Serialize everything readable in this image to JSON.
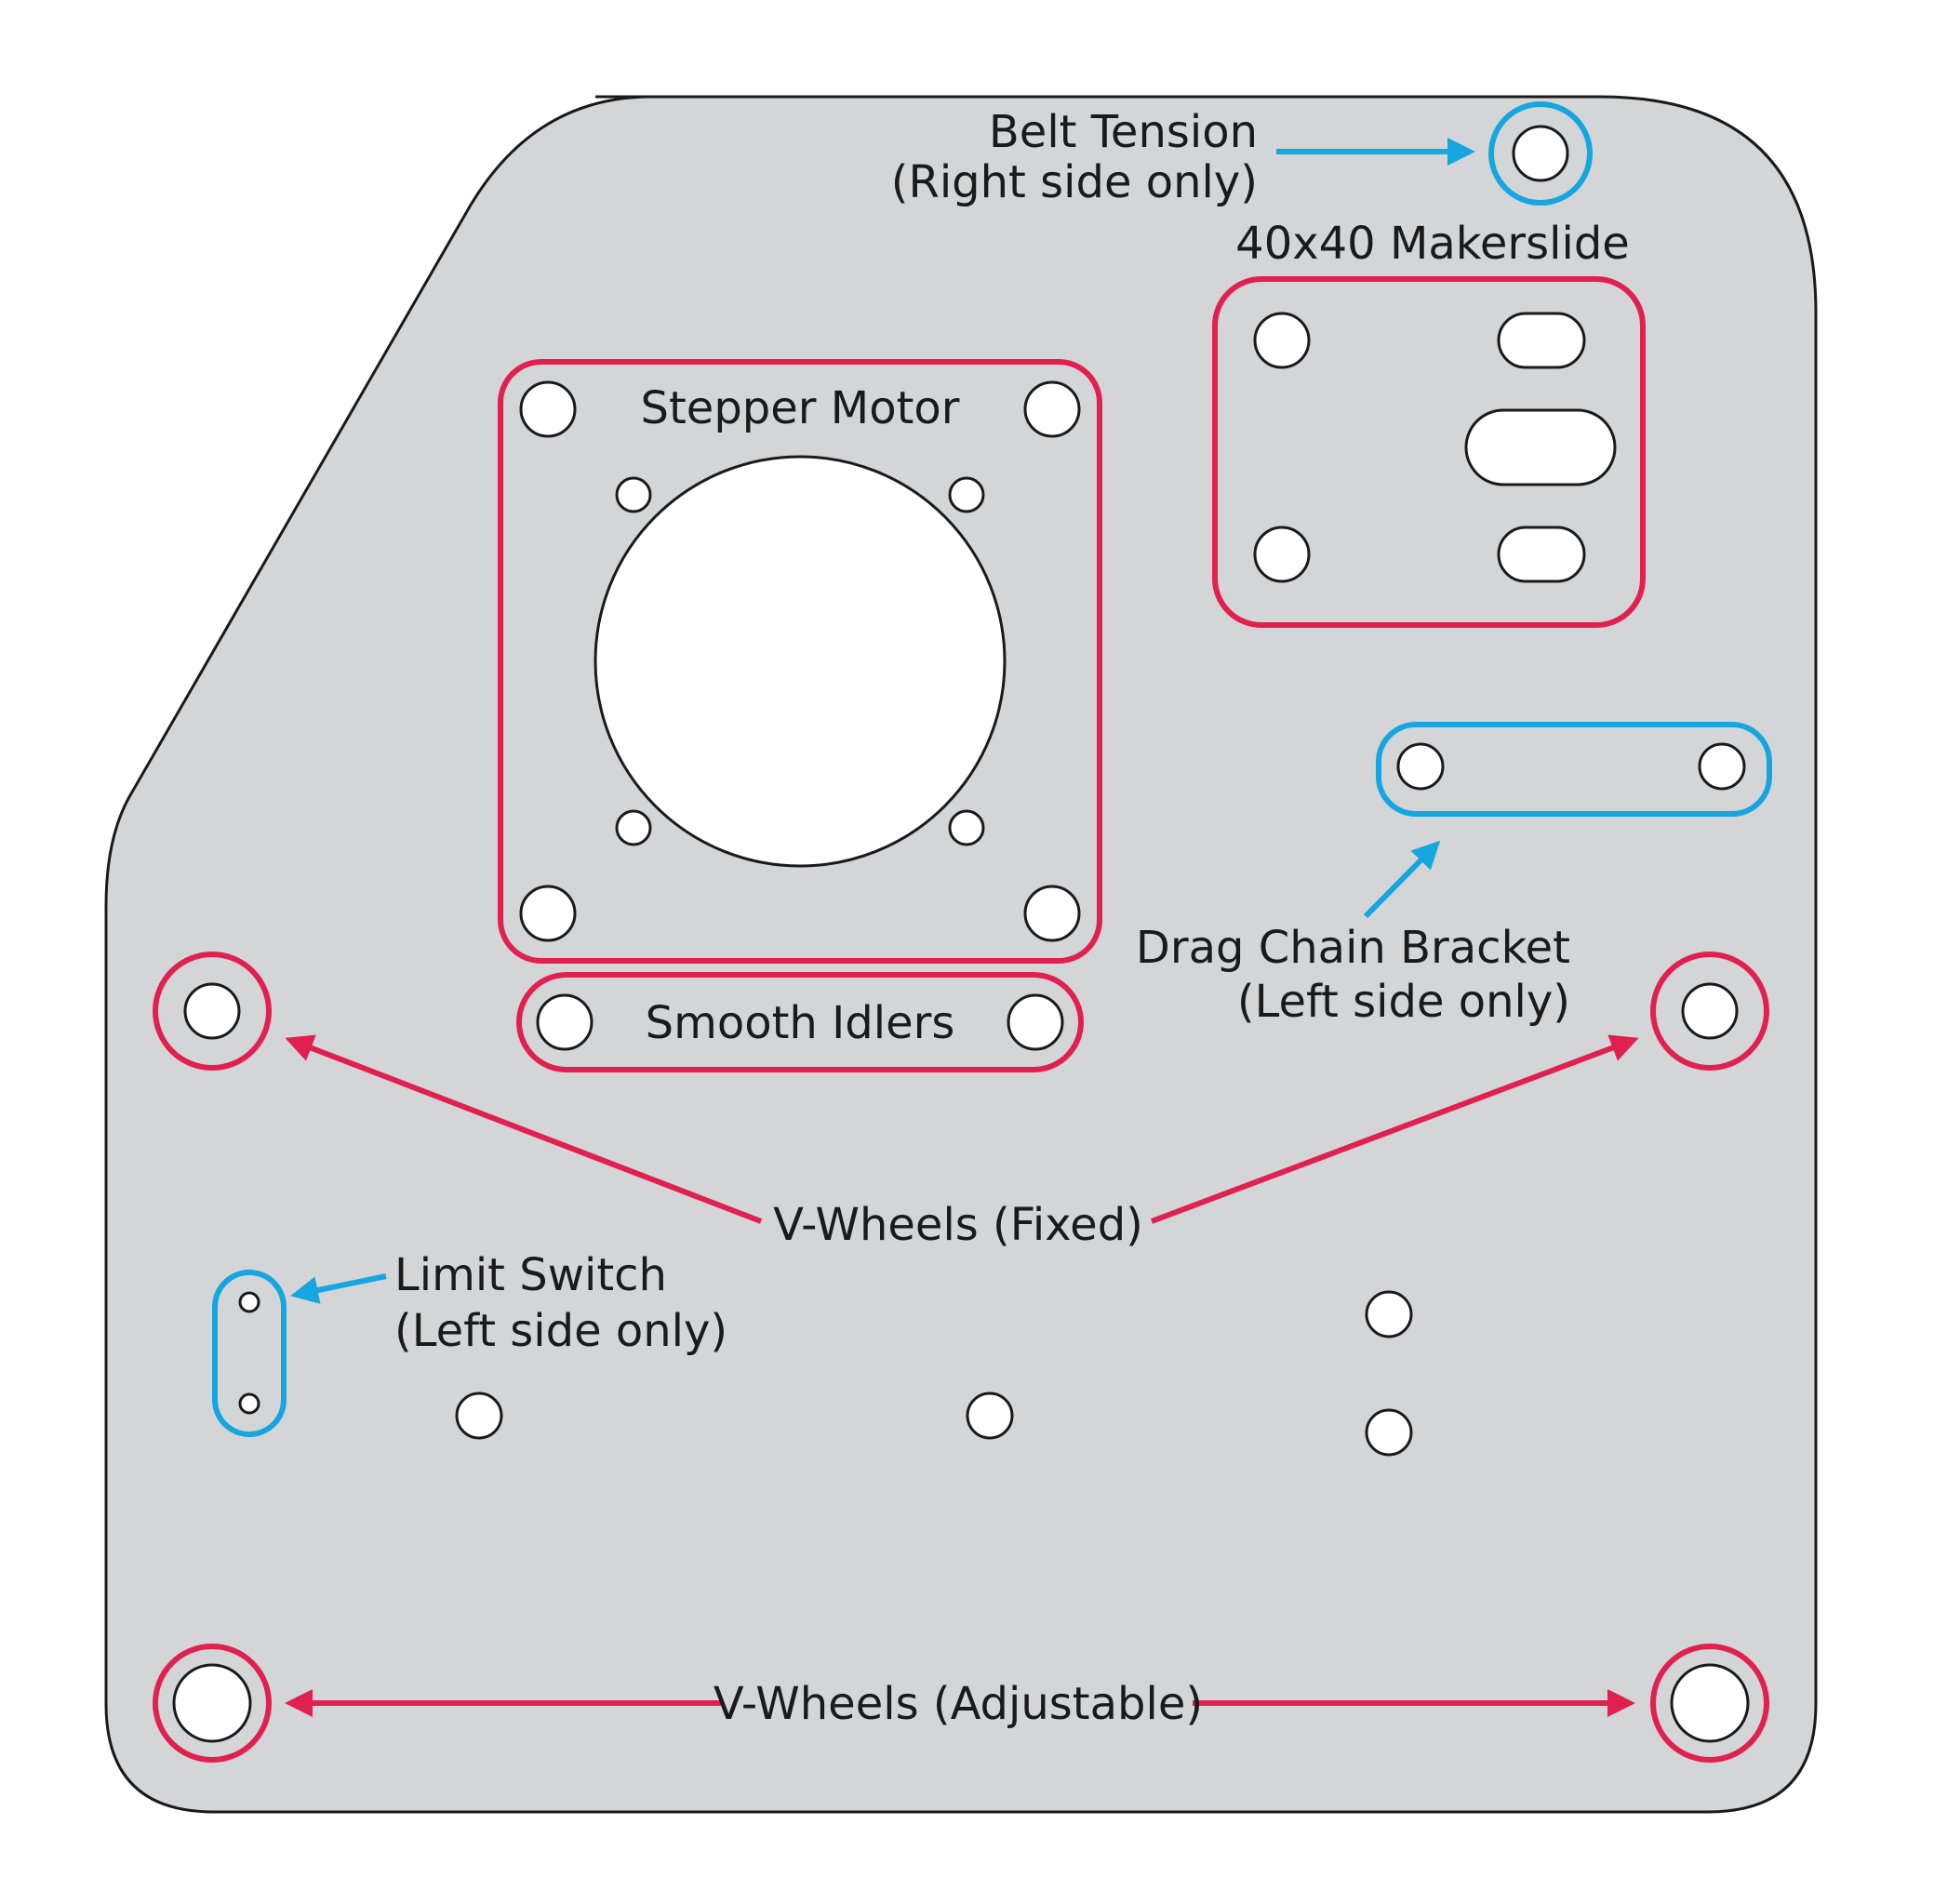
{
  "colors": {
    "plate": "#d4d5d7",
    "outline": "#1a1a1a",
    "group_red": "#e0204f",
    "group_blue": "#15a6e0",
    "hole": "#ffffff"
  },
  "labels": {
    "belt_tension": "Belt Tension",
    "belt_tension_note": "(Right side only)",
    "makerslide": "40x40 Makerslide",
    "stepper_motor": "Stepper Motor",
    "smooth_idlers": "Smooth Idlers",
    "drag_chain": "Drag Chain Bracket",
    "drag_chain_note": "(Left side only)",
    "v_wheels_fixed": "V-Wheels (Fixed)",
    "limit_switch": "Limit Switch",
    "limit_switch_note": "(Left side only)",
    "v_wheels_adjustable": "V-Wheels (Adjustable)"
  }
}
